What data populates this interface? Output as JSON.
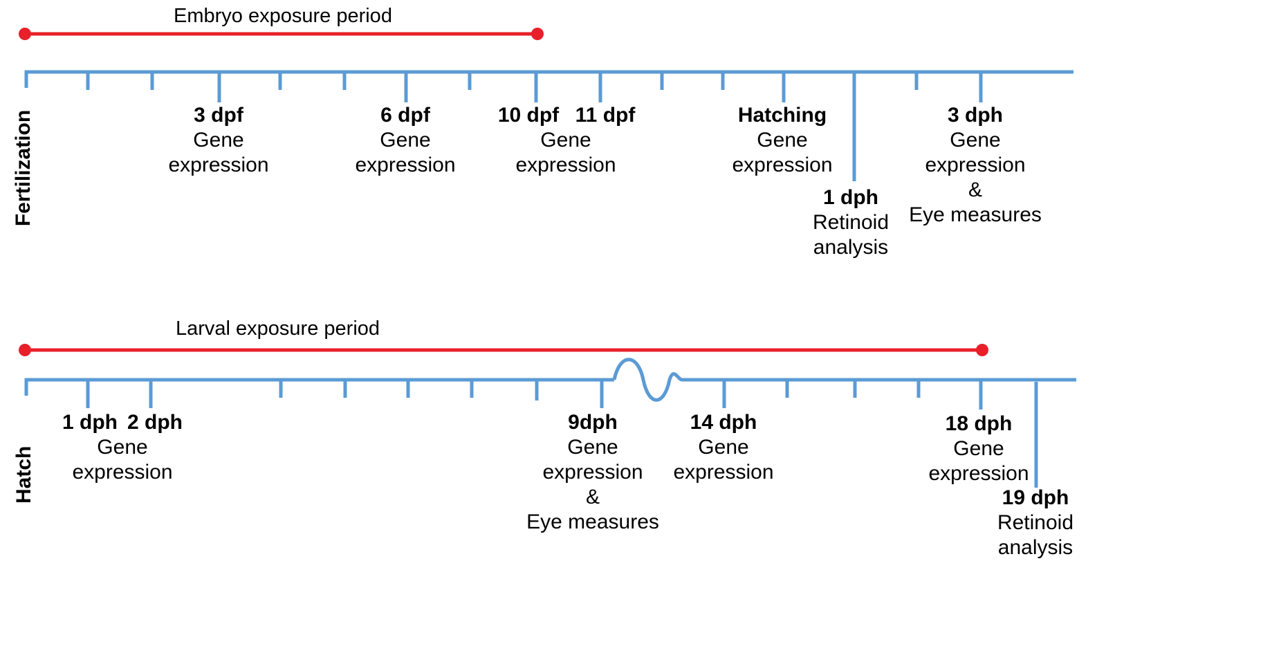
{
  "colors": {
    "axis": "#5b9bd5",
    "exposure": "#e8202a",
    "text": "#000000"
  },
  "top": {
    "side_label": "Fertilization",
    "exposure_label": "Embryo exposure period",
    "events": [
      {
        "id": "3dpf",
        "title": "3 dpf",
        "lines": [
          "Gene",
          "expression"
        ]
      },
      {
        "id": "6dpf",
        "title": "6 dpf",
        "lines": [
          "Gene",
          "expression"
        ]
      },
      {
        "id": "10dpf",
        "title": "10 dpf",
        "lines": []
      },
      {
        "id": "11dpf",
        "title": "11 dpf",
        "lines": []
      },
      {
        "id": "10-11-text",
        "title": "",
        "lines": [
          "Gene",
          "expression"
        ]
      },
      {
        "id": "hatching",
        "title": "Hatching",
        "lines": [
          "Gene",
          "expression"
        ]
      },
      {
        "id": "1dph",
        "title": "1 dph",
        "lines": [
          "Retinoid",
          "analysis"
        ]
      },
      {
        "id": "3dph",
        "title": "3 dph",
        "lines": [
          "Gene",
          "expression",
          "&",
          "Eye measures"
        ]
      }
    ]
  },
  "bottom": {
    "side_label": "Hatch",
    "exposure_label": "Larval exposure period",
    "events": [
      {
        "id": "1dph",
        "title": "1 dph",
        "lines": []
      },
      {
        "id": "2dph",
        "title": "2 dph",
        "lines": []
      },
      {
        "id": "1-2-text",
        "title": "",
        "lines": [
          "Gene",
          "expression"
        ]
      },
      {
        "id": "9dph",
        "title": "9dph",
        "lines": [
          "Gene",
          "expression",
          "&",
          "Eye measures"
        ]
      },
      {
        "id": "14dph",
        "title": "14 dph",
        "lines": [
          "Gene",
          "expression"
        ]
      },
      {
        "id": "18dph",
        "title": "18 dph",
        "lines": [
          "Gene",
          "expression"
        ]
      },
      {
        "id": "19dph",
        "title": "19 dph",
        "lines": [
          "Retinoid",
          "analysis"
        ]
      }
    ]
  }
}
